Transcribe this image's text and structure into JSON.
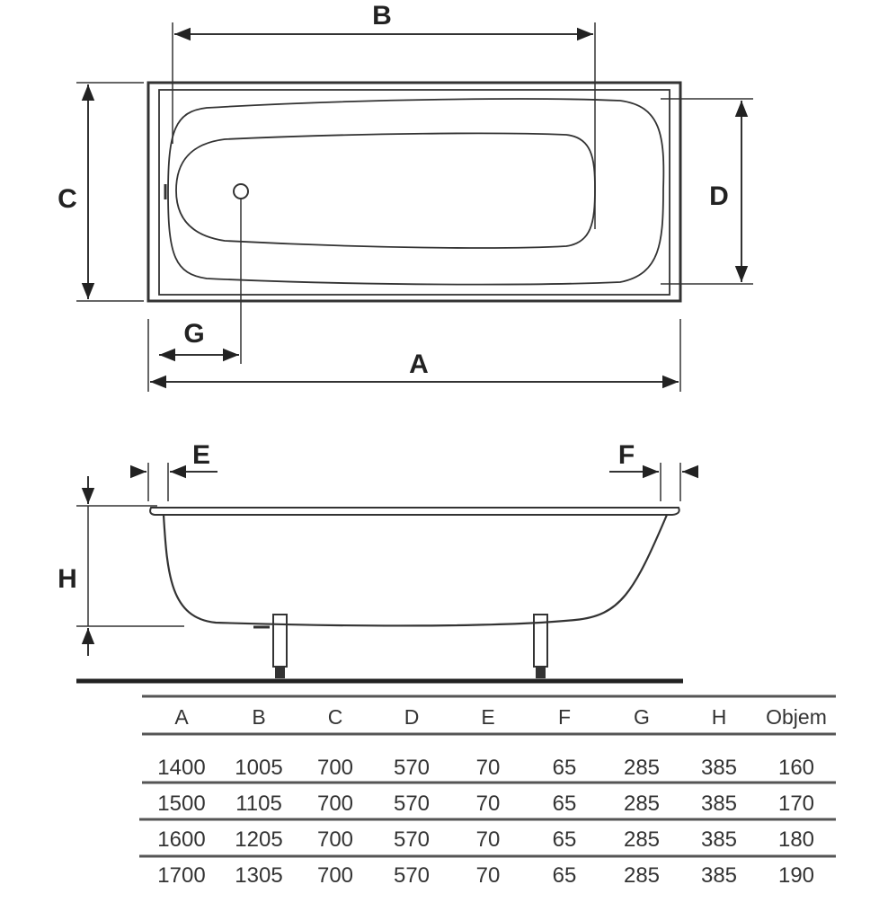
{
  "labels": {
    "A": "A",
    "B": "B",
    "C": "C",
    "D": "D",
    "E": "E",
    "F": "F",
    "G": "G",
    "H": "H"
  },
  "table": {
    "headers": [
      "A",
      "B",
      "C",
      "D",
      "E",
      "F",
      "G",
      "H",
      "Objem"
    ],
    "rows": [
      [
        "1400",
        "1005",
        "700",
        "570",
        "70",
        "65",
        "285",
        "385",
        "160"
      ],
      [
        "1500",
        "1105",
        "700",
        "570",
        "70",
        "65",
        "285",
        "385",
        "170"
      ],
      [
        "1600",
        "1205",
        "700",
        "570",
        "70",
        "65",
        "285",
        "385",
        "180"
      ],
      [
        "1700",
        "1305",
        "700",
        "570",
        "70",
        "65",
        "285",
        "385",
        "190"
      ]
    ]
  }
}
